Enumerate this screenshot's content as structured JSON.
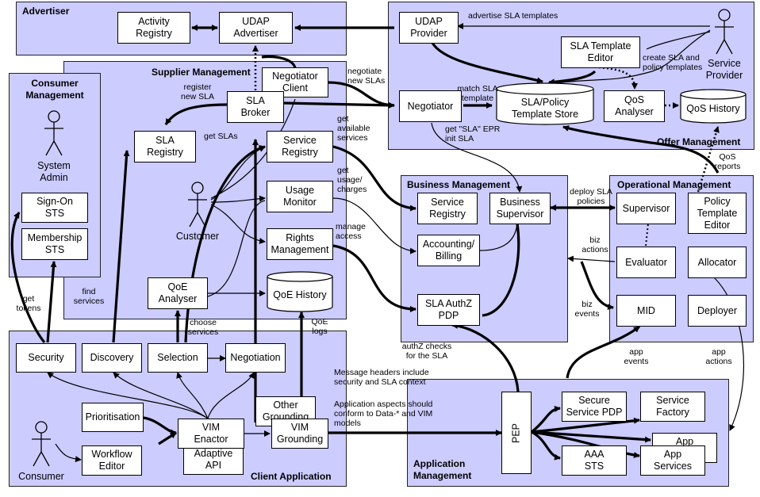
{
  "regions": {
    "advertiser": "Advertiser",
    "supplier_management": "Supplier Management",
    "consumer_management": "Consumer\nManagement",
    "offer_management": "Offer Management",
    "business_management": "Business Management",
    "operational_management": "Operational Management",
    "client_application": "Client Application",
    "application_management": "Application\nManagement"
  },
  "boxes": {
    "activity_registry": "Activity\nRegistry",
    "udap_advertiser": "UDAP\nAdvertiser",
    "udap_provider": "UDAP\nProvider",
    "sla_template_editor": "SLA Template\nEditor",
    "negotiator_client": "Negotiator\nClient",
    "sla_broker": "SLA\nBroker",
    "negotiator": "Negotiator",
    "qos_analyser": "QoS\nAnalyser",
    "sla_registry": "SLA\nRegistry",
    "service_registry_sm": "Service\nRegistry",
    "sign_on_sts": "Sign-On\nSTS",
    "membership_sts": "Membership\nSTS",
    "usage_monitor": "Usage\nMonitor",
    "rights_management": "Rights\nManagement",
    "qoe_analyser": "QoE\nAnalyser",
    "service_registry_bm": "Service\nRegistry",
    "business_supervisor": "Business\nSupervisor",
    "accounting_billing": "Accounting/\nBilling",
    "sla_authz_pdp": "SLA AuthZ\nPDP",
    "supervisor": "Supervisor",
    "policy_template_editor": "Policy\nTemplate\nEditor",
    "evaluator": "Evaluator",
    "allocator": "Allocator",
    "mid": "MID",
    "deployer": "Deployer",
    "security": "Security",
    "discovery": "Discovery",
    "selection": "Selection",
    "negotiation": "Negotiation",
    "prioritisation": "Prioritisation",
    "other_grounding": "Other\nGrounding",
    "vim_enactor": "VIM\nEnactor",
    "vim_grounding": "VIM\nGrounding",
    "adaptive_api": "Adaptive\nAPI",
    "workflow_editor": "Workflow\nEditor",
    "pep": "PEP",
    "secure_service_pdp": "Secure\nService PDP",
    "service_factory": "Service\nFactory",
    "app": "App",
    "aaa_sts": "AAA\nSTS",
    "app_services": "App\nServices"
  },
  "stores": {
    "sla_policy_template_store": "SLA/Policy\nTemplate Store",
    "qos_history": "QoS History",
    "qoe_history": "QoE History"
  },
  "actors": {
    "service_provider": "Service\nProvider",
    "system_admin": "System\nAdmin",
    "customer": "Customer",
    "consumer": "Consumer"
  },
  "labels": {
    "advertise_sla_templates": "advertise SLA  templates",
    "create_sla_policy_templates": "create SLA and\npolicy templates",
    "negotiate_new_slas": "negotiate\nnew SLAs",
    "register_new_sla": "register\nnew SLA",
    "match_sla_template": "match SLA\ntemplate",
    "get_sla_epr": "get \"SLA\" EPR\ninit SLA",
    "get_slas": "get SLAs",
    "get_available_services": "get\navailable\nservices",
    "get_usage_charges": "get\nusage/\ncharges",
    "manage_access": "manage\naccess",
    "qos_reports": "QoS\nreports",
    "deploy_sla_policies": "deploy SLA\npolicies",
    "biz_actions": "biz\nactions",
    "biz_events": "biz\nevents",
    "get_tokens": "get\ntokens",
    "find_services": "find\nservices",
    "choose_services": "choose\nservices",
    "qoe_logs": "QoE\nlogs",
    "authz_checks": "authZ checks\nfor the SLA",
    "app_events": "app\nevents",
    "app_actions": "app\nactions",
    "message_headers": "Message headers include\nsecurity and SLA context",
    "application_aspects": "Application aspects should\nconform to Data-* and VIM\nmodels"
  }
}
